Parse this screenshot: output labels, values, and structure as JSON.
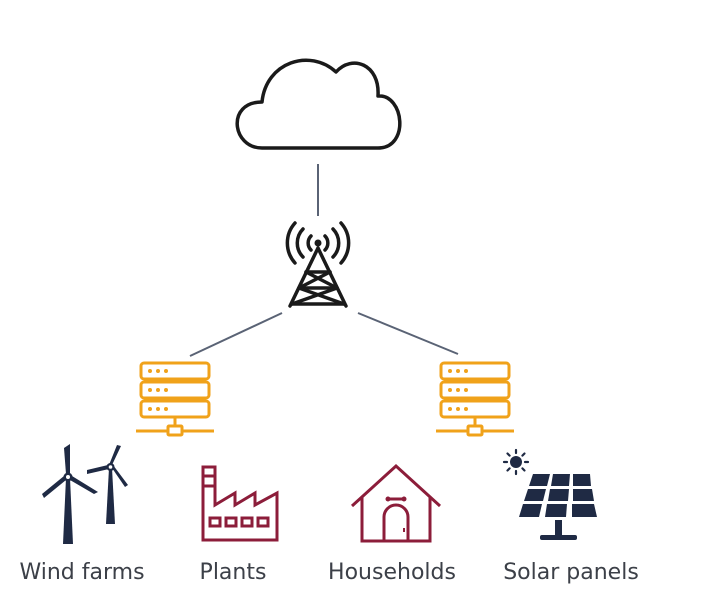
{
  "colors": {
    "outline": "#1a1a1a",
    "link": "#5a6375",
    "server": "#f0a21a",
    "turbine": "#1f2a44",
    "building": "#8c1d3a",
    "solar": "#1f2a44",
    "label": "#3c4048"
  },
  "nodes": {
    "cloud": {
      "icon": "cloud-icon"
    },
    "tower": {
      "icon": "cell-tower-icon"
    },
    "servers": [
      {
        "icon": "server-icon"
      },
      {
        "icon": "server-icon"
      }
    ]
  },
  "endpoints": [
    {
      "icon": "wind-turbine-icon",
      "label": "Wind farms"
    },
    {
      "icon": "factory-icon",
      "label": "Plants"
    },
    {
      "icon": "house-icon",
      "label": "Households"
    },
    {
      "icon": "solar-panel-icon",
      "label": "Solar panels"
    }
  ]
}
